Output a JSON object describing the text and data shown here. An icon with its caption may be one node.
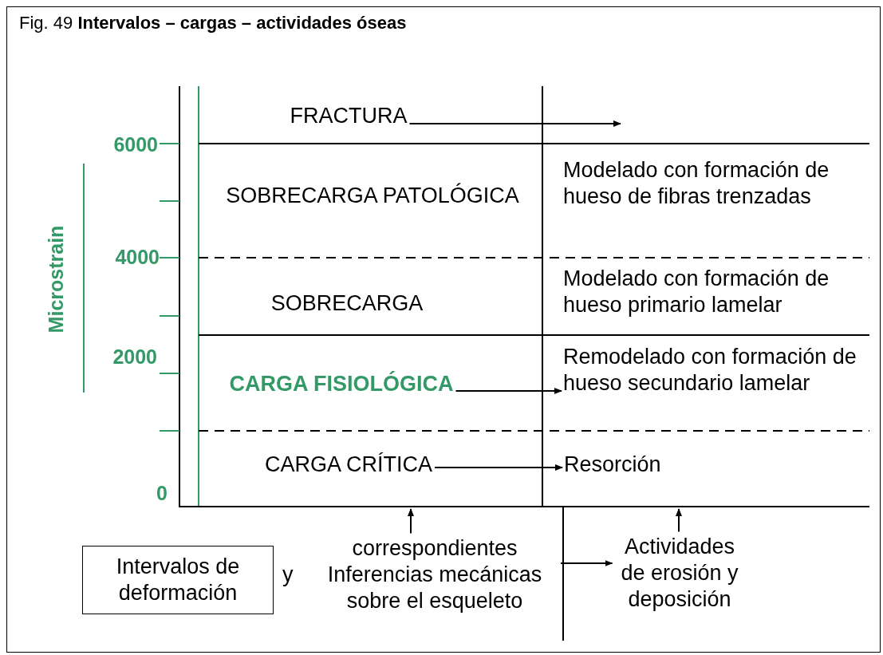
{
  "diagram": {
    "title": "Fig. 49 **Intervalos – cargas – actividades óseas**",
    "nodes": [
      {
        "text": [
          "FRACTURA"
        ]
      },
      {
        "text": [
          "SOBRECARGA PATOLÓGICA"
        ]
      },
      {
        "text": [
          "Modelado con formación de hueso de fibras trenzadas"
        ]
      },
      {
        "text": [
          "SOBRECARGA"
        ]
      },
      {
        "text": [
          "Modelado con formación de hueso primario lamelar"
        ]
      },
      {
        "text": [
          "CARGA FISIOLÓGICA"
        ]
      },
      {
        "text": [
          "Remodelado con formación de hueso secundario lamelar"
        ]
      },
      {
        "text": [
          "CARGA CRÍTICA"
        ]
      },
      {
        "text": [
          "Resorción"
        ]
      },
      {
        "text": [
          "Intervalos de deformación"
        ]
      },
      {
        "text": [
          "correspondientes Inferencias mecánicas sobre el esqueleto"
        ]
      },
      {
        "text": [
          "Actividades de erosión y deposición"
        ]
      }
    ],
    "edges": [
      {
        "from": 0,
        "to": null,
        "arrow": "to"
      },
      {
        "from": 5,
        "to": 6,
        "arrow": "to"
      },
      {
        "from": 7,
        "to": 8,
        "arrow": "to"
      },
      {
        "from": 10,
        "to": 11,
        "arrow": "to"
      },
      {
        "from": 10,
        "to": null,
        "arrow": "to"
      },
      {
        "from": 11,
        "to": null,
        "arrow": "to"
      }
    ],
    "labels": [
      "6000",
      "4000",
      "2000",
      "0",
      "Microstrain",
      "y"
    ]
  }
}
